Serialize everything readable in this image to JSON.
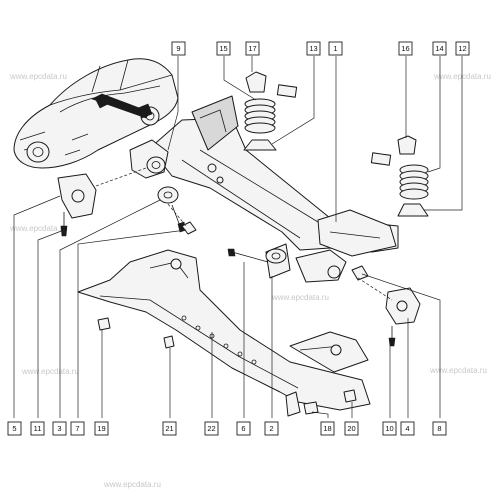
{
  "watermark": "www.epcdata.ru",
  "callouts": {
    "c1": "1",
    "c2": "2",
    "c3": "3",
    "c4": "4",
    "c5": "5",
    "c6": "6",
    "c7": "7",
    "c8": "8",
    "c9": "9",
    "c10": "10",
    "c11": "11",
    "c12": "12",
    "c13": "13",
    "c14": "14",
    "c15": "15",
    "c16": "16",
    "c17": "17",
    "c18": "18",
    "c19": "19",
    "c20": "20",
    "c21": "21",
    "c22": "22"
  }
}
